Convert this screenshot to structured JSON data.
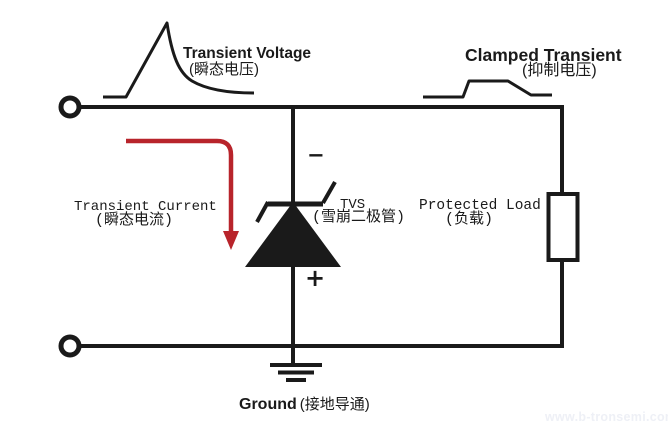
{
  "labels": {
    "transient_voltage": {
      "en": "Transient Voltage",
      "zh": "(瞬态电压)"
    },
    "clamped_transient": {
      "en": "Clamped Transient",
      "zh": "(抑制电压)"
    },
    "transient_current": {
      "en": "Transient Current",
      "zh": "(瞬态电流)"
    },
    "tvs": {
      "en": "TVS",
      "zh": "(雪崩二极管)"
    },
    "protected_load": {
      "en": "Protected Load",
      "zh": "(负载)"
    },
    "ground": {
      "en": "Ground",
      "zh": "(接地导通)"
    },
    "polarity": {
      "minus": "−",
      "plus": "+"
    }
  },
  "watermark": "www.b-tronsemi.com",
  "colors": {
    "line": "#1a1a1a",
    "arrow": "#b8242b",
    "watermark": "#eef0f6"
  }
}
